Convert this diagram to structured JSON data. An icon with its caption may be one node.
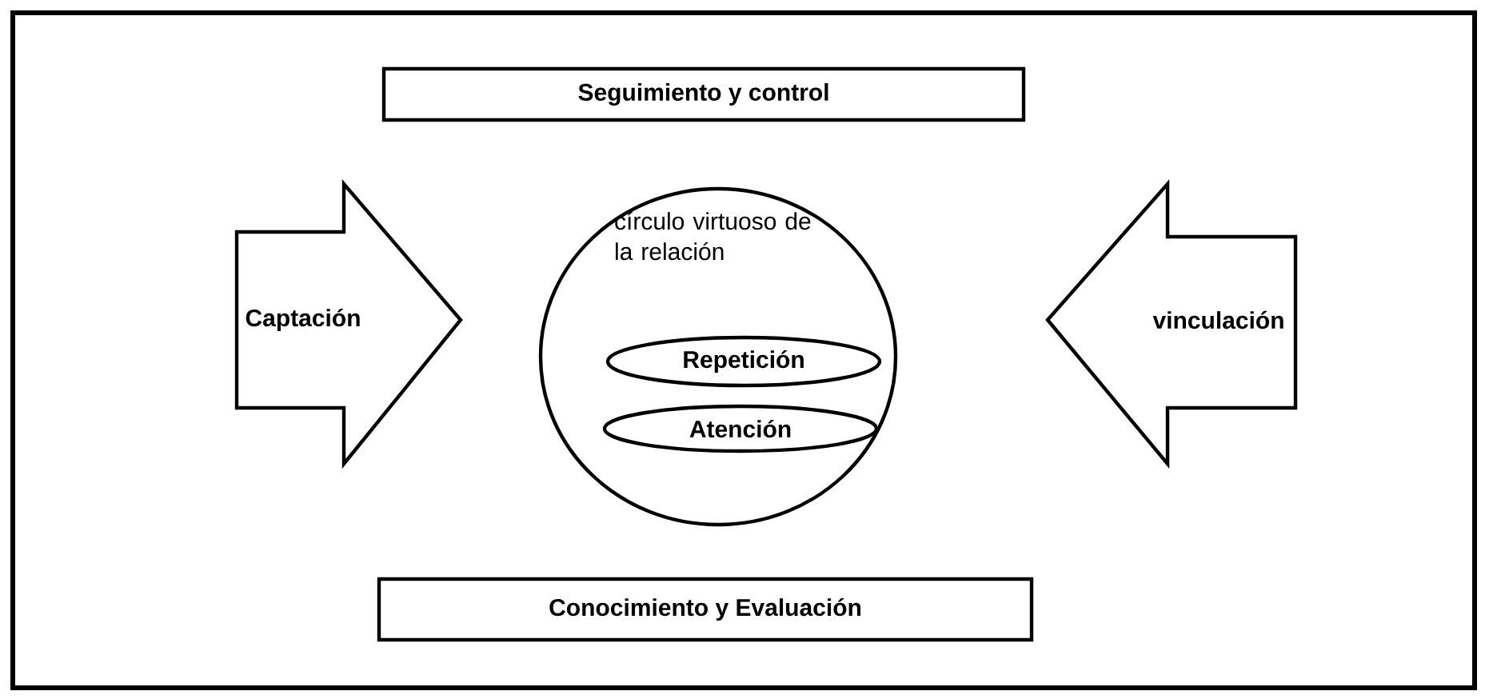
{
  "diagram": {
    "nodes": [
      {
        "text": [
          "Seguimiento y control"
        ]
      },
      {
        "text": [
          "Captación"
        ]
      },
      {
        "text": [
          "círculo virtuoso de la relación"
        ]
      },
      {
        "text": [
          "Repetición"
        ],
        "in": 2
      },
      {
        "text": [
          "Atención"
        ],
        "in": 2
      },
      {
        "text": [
          "vinculación"
        ]
      },
      {
        "text": [
          "Conocimiento y Evaluación"
        ]
      }
    ]
  }
}
